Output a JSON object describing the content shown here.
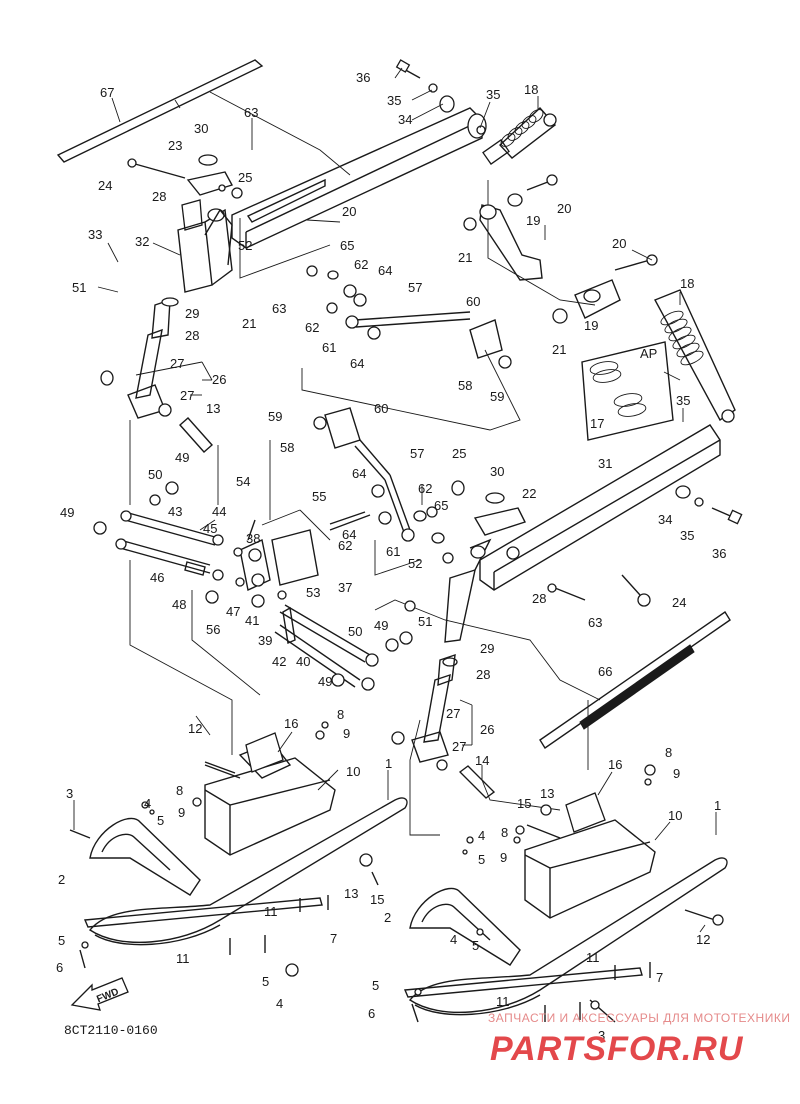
{
  "drawing_code": "8CT2110-0160",
  "watermark": {
    "tagline": "ЗАПЧАСТИ И АКСЕССУАРЫ ДЛЯ МОТОТЕХНИКИ",
    "brand": "PARTSFOR.RU"
  },
  "direction_label": "FWD",
  "inset_label": "AP",
  "callouts": [
    {
      "id": "c67",
      "text": "67"
    },
    {
      "id": "c63a",
      "text": "63"
    },
    {
      "id": "c30a",
      "text": "30"
    },
    {
      "id": "c23",
      "text": "23"
    },
    {
      "id": "c24a",
      "text": "24"
    },
    {
      "id": "c25a",
      "text": "25"
    },
    {
      "id": "c28a",
      "text": "28"
    },
    {
      "id": "c33",
      "text": "33"
    },
    {
      "id": "c32",
      "text": "32"
    },
    {
      "id": "c52a",
      "text": "52"
    },
    {
      "id": "c20a",
      "text": "20"
    },
    {
      "id": "c36a",
      "text": "36"
    },
    {
      "id": "c35a",
      "text": "35"
    },
    {
      "id": "c34a",
      "text": "34"
    },
    {
      "id": "c35b",
      "text": "35"
    },
    {
      "id": "c18a",
      "text": "18"
    },
    {
      "id": "c19a",
      "text": "19"
    },
    {
      "id": "c20b",
      "text": "20"
    },
    {
      "id": "c21a",
      "text": "21"
    },
    {
      "id": "c65a",
      "text": "65"
    },
    {
      "id": "c62a",
      "text": "62"
    },
    {
      "id": "c64a",
      "text": "64"
    },
    {
      "id": "c51a",
      "text": "51"
    },
    {
      "id": "c63b",
      "text": "63"
    },
    {
      "id": "c21b",
      "text": "21"
    },
    {
      "id": "c29a",
      "text": "29"
    },
    {
      "id": "c28b",
      "text": "28"
    },
    {
      "id": "c62b",
      "text": "62"
    },
    {
      "id": "c61a",
      "text": "61"
    },
    {
      "id": "c57a",
      "text": "57"
    },
    {
      "id": "c60a",
      "text": "60"
    },
    {
      "id": "c64b",
      "text": "64"
    },
    {
      "id": "c58a",
      "text": "58"
    },
    {
      "id": "c59a",
      "text": "59"
    },
    {
      "id": "c20c",
      "text": "20"
    },
    {
      "id": "c18b",
      "text": "18"
    },
    {
      "id": "c19b",
      "text": "19"
    },
    {
      "id": "c21c",
      "text": "21"
    },
    {
      "id": "c27a",
      "text": "27"
    },
    {
      "id": "c26a",
      "text": "26"
    },
    {
      "id": "c27b",
      "text": "27"
    },
    {
      "id": "c13a",
      "text": "13"
    },
    {
      "id": "c59b",
      "text": "59"
    },
    {
      "id": "c60b",
      "text": "60"
    },
    {
      "id": "c58b",
      "text": "58"
    },
    {
      "id": "c57b",
      "text": "57"
    },
    {
      "id": "c17",
      "text": "17"
    },
    {
      "id": "c35c",
      "text": "35"
    },
    {
      "id": "c50a",
      "text": "50"
    },
    {
      "id": "c49a",
      "text": "49"
    },
    {
      "id": "c64c",
      "text": "64"
    },
    {
      "id": "c25b",
      "text": "25"
    },
    {
      "id": "c30b",
      "text": "30"
    },
    {
      "id": "c31",
      "text": "31"
    },
    {
      "id": "c54",
      "text": "54"
    },
    {
      "id": "c55",
      "text": "55"
    },
    {
      "id": "c62c",
      "text": "62"
    },
    {
      "id": "c22",
      "text": "22"
    },
    {
      "id": "c34b",
      "text": "34"
    },
    {
      "id": "c35d",
      "text": "35"
    },
    {
      "id": "c36b",
      "text": "36"
    },
    {
      "id": "c49b",
      "text": "49"
    },
    {
      "id": "c43",
      "text": "43"
    },
    {
      "id": "c44",
      "text": "44"
    },
    {
      "id": "c45",
      "text": "45"
    },
    {
      "id": "c38",
      "text": "38"
    },
    {
      "id": "c64d",
      "text": "64"
    },
    {
      "id": "c65b",
      "text": "65"
    },
    {
      "id": "c62d",
      "text": "62"
    },
    {
      "id": "c61b",
      "text": "61"
    },
    {
      "id": "c52b",
      "text": "52"
    },
    {
      "id": "c46",
      "text": "46"
    },
    {
      "id": "c48",
      "text": "48"
    },
    {
      "id": "c47",
      "text": "47"
    },
    {
      "id": "c53",
      "text": "53"
    },
    {
      "id": "c28c",
      "text": "28"
    },
    {
      "id": "c24b",
      "text": "24"
    },
    {
      "id": "c56",
      "text": "56"
    },
    {
      "id": "c41",
      "text": "41"
    },
    {
      "id": "c39",
      "text": "39"
    },
    {
      "id": "c37",
      "text": "37"
    },
    {
      "id": "c51b",
      "text": "51"
    },
    {
      "id": "c63c",
      "text": "63"
    },
    {
      "id": "c50b",
      "text": "50"
    },
    {
      "id": "c49c",
      "text": "49"
    },
    {
      "id": "c42",
      "text": "42"
    },
    {
      "id": "c40",
      "text": "40"
    },
    {
      "id": "c29b",
      "text": "29"
    },
    {
      "id": "c28d",
      "text": "28"
    },
    {
      "id": "c66",
      "text": "66"
    },
    {
      "id": "c49d",
      "text": "49"
    },
    {
      "id": "c27c",
      "text": "27"
    },
    {
      "id": "c26b",
      "text": "26"
    },
    {
      "id": "c27d",
      "text": "27"
    },
    {
      "id": "c12a",
      "text": "12"
    },
    {
      "id": "c16a",
      "text": "16"
    },
    {
      "id": "c8a",
      "text": "8"
    },
    {
      "id": "c9a",
      "text": "9"
    },
    {
      "id": "c10a",
      "text": "10"
    },
    {
      "id": "c1a",
      "text": "1"
    },
    {
      "id": "c14",
      "text": "14"
    },
    {
      "id": "c3a",
      "text": "3"
    },
    {
      "id": "c4a",
      "text": "4"
    },
    {
      "id": "c8b",
      "text": "8"
    },
    {
      "id": "c5a",
      "text": "5"
    },
    {
      "id": "c9b",
      "text": "9"
    },
    {
      "id": "c2a",
      "text": "2"
    },
    {
      "id": "c13b",
      "text": "13"
    },
    {
      "id": "c15a",
      "text": "15"
    },
    {
      "id": "c11a",
      "text": "11"
    },
    {
      "id": "c7a",
      "text": "7"
    },
    {
      "id": "c5b",
      "text": "5"
    },
    {
      "id": "c6a",
      "text": "6"
    },
    {
      "id": "c11b",
      "text": "11"
    },
    {
      "id": "c5c",
      "text": "5"
    },
    {
      "id": "c4b",
      "text": "4"
    },
    {
      "id": "c8c",
      "text": "8"
    },
    {
      "id": "c9c",
      "text": "9"
    },
    {
      "id": "c16b",
      "text": "16"
    },
    {
      "id": "c15b",
      "text": "15"
    },
    {
      "id": "c13c",
      "text": "13"
    },
    {
      "id": "c10b",
      "text": "10"
    },
    {
      "id": "c1b",
      "text": "1"
    },
    {
      "id": "c4c",
      "text": "4"
    },
    {
      "id": "c8d",
      "text": "8"
    },
    {
      "id": "c5d",
      "text": "5"
    },
    {
      "id": "c9d",
      "text": "9"
    },
    {
      "id": "c2b",
      "text": "2"
    },
    {
      "id": "c4d",
      "text": "4"
    },
    {
      "id": "c5e",
      "text": "5"
    },
    {
      "id": "c12b",
      "text": "12"
    },
    {
      "id": "c11c",
      "text": "11"
    },
    {
      "id": "c7b",
      "text": "7"
    },
    {
      "id": "c5f",
      "text": "5"
    },
    {
      "id": "c6b",
      "text": "6"
    },
    {
      "id": "c11d",
      "text": "11"
    },
    {
      "id": "c3b",
      "text": "3"
    }
  ]
}
